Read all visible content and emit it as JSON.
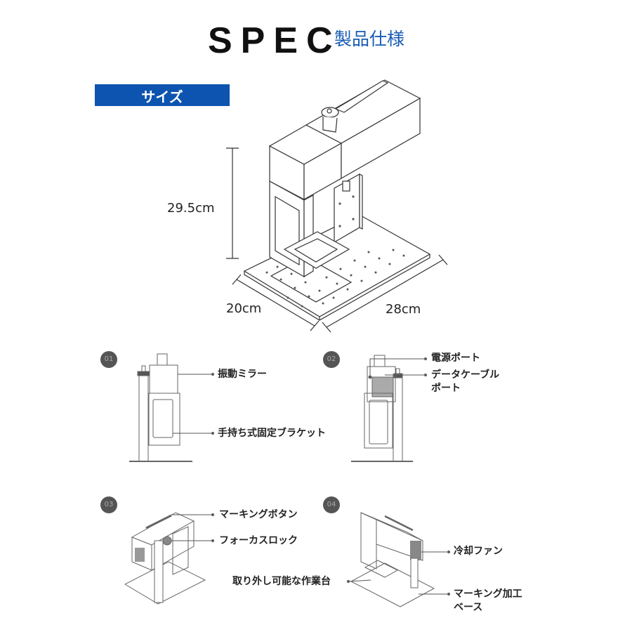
{
  "header": {
    "title_en": "SPEC",
    "title_jp": "製品仕様"
  },
  "section": {
    "label": "サイズ",
    "color": "#0d54b0"
  },
  "dimensions": {
    "height": "29.5cm",
    "depth": "20cm",
    "width": "28cm"
  },
  "views": [
    {
      "number": "01",
      "callouts": [
        "振動ミラー",
        "手持ち式固定ブラケット"
      ]
    },
    {
      "number": "02",
      "callouts": [
        "電源ポート",
        "データケーブル\nポート"
      ]
    },
    {
      "number": "03",
      "callouts": [
        "マーキングボタン",
        "フォーカスロック"
      ]
    },
    {
      "number": "04",
      "callouts": [
        "冷却ファン",
        "取り外し可能な作業台",
        "マーキング加工\nベース"
      ]
    }
  ],
  "callout_labels": {
    "mirror": "振動ミラー",
    "bracket": "手持ち式固定ブラケット",
    "power": "電源ポート",
    "data1": "データケーブル",
    "data2": "ポート",
    "button": "マーキングボタン",
    "focus": "フォーカスロック",
    "fan": "冷却ファン",
    "table": "取り外し可能な作業台",
    "base1": "マーキング加工",
    "base2": "ベース"
  },
  "badges": {
    "b1": "01",
    "b2": "02",
    "b3": "03",
    "b4": "04"
  }
}
